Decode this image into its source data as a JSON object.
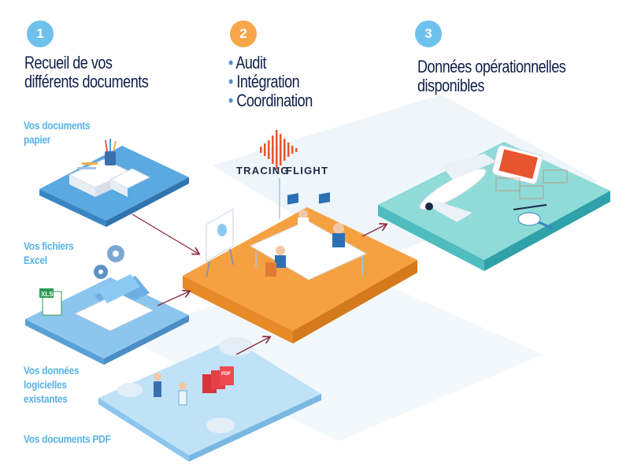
{
  "steps": [
    {
      "number": "1",
      "color": "#6ec1ec",
      "title_lines": [
        "Recueil de vos",
        "différents documents"
      ]
    },
    {
      "number": "2",
      "color": "#f7a64a",
      "items": [
        "Audit",
        "Intégration",
        "Coordination"
      ]
    },
    {
      "number": "3",
      "color": "#6ec1ec",
      "title_lines": [
        "Données opérationnelles",
        "disponibles"
      ]
    }
  ],
  "sources": [
    {
      "lines": [
        "Vos documents",
        "papier"
      ]
    },
    {
      "lines": [
        "Vos fichiers",
        "Excel"
      ]
    },
    {
      "lines": [
        "Vos données",
        "logicielles",
        "existantes"
      ]
    },
    {
      "lines": [
        "Vos documents PDF"
      ]
    }
  ],
  "logo": {
    "text_primary": "TRACING",
    "text_secondary": "FLIGHT",
    "color": "#e8542e"
  },
  "colors": {
    "platform_blue": "#5aa9e0",
    "platform_orange": "#f5a142",
    "platform_teal": "#7fd3d3",
    "arrow": "#8b2a3e"
  },
  "icons": {
    "excel": "XLS",
    "pdf": "PDF"
  }
}
